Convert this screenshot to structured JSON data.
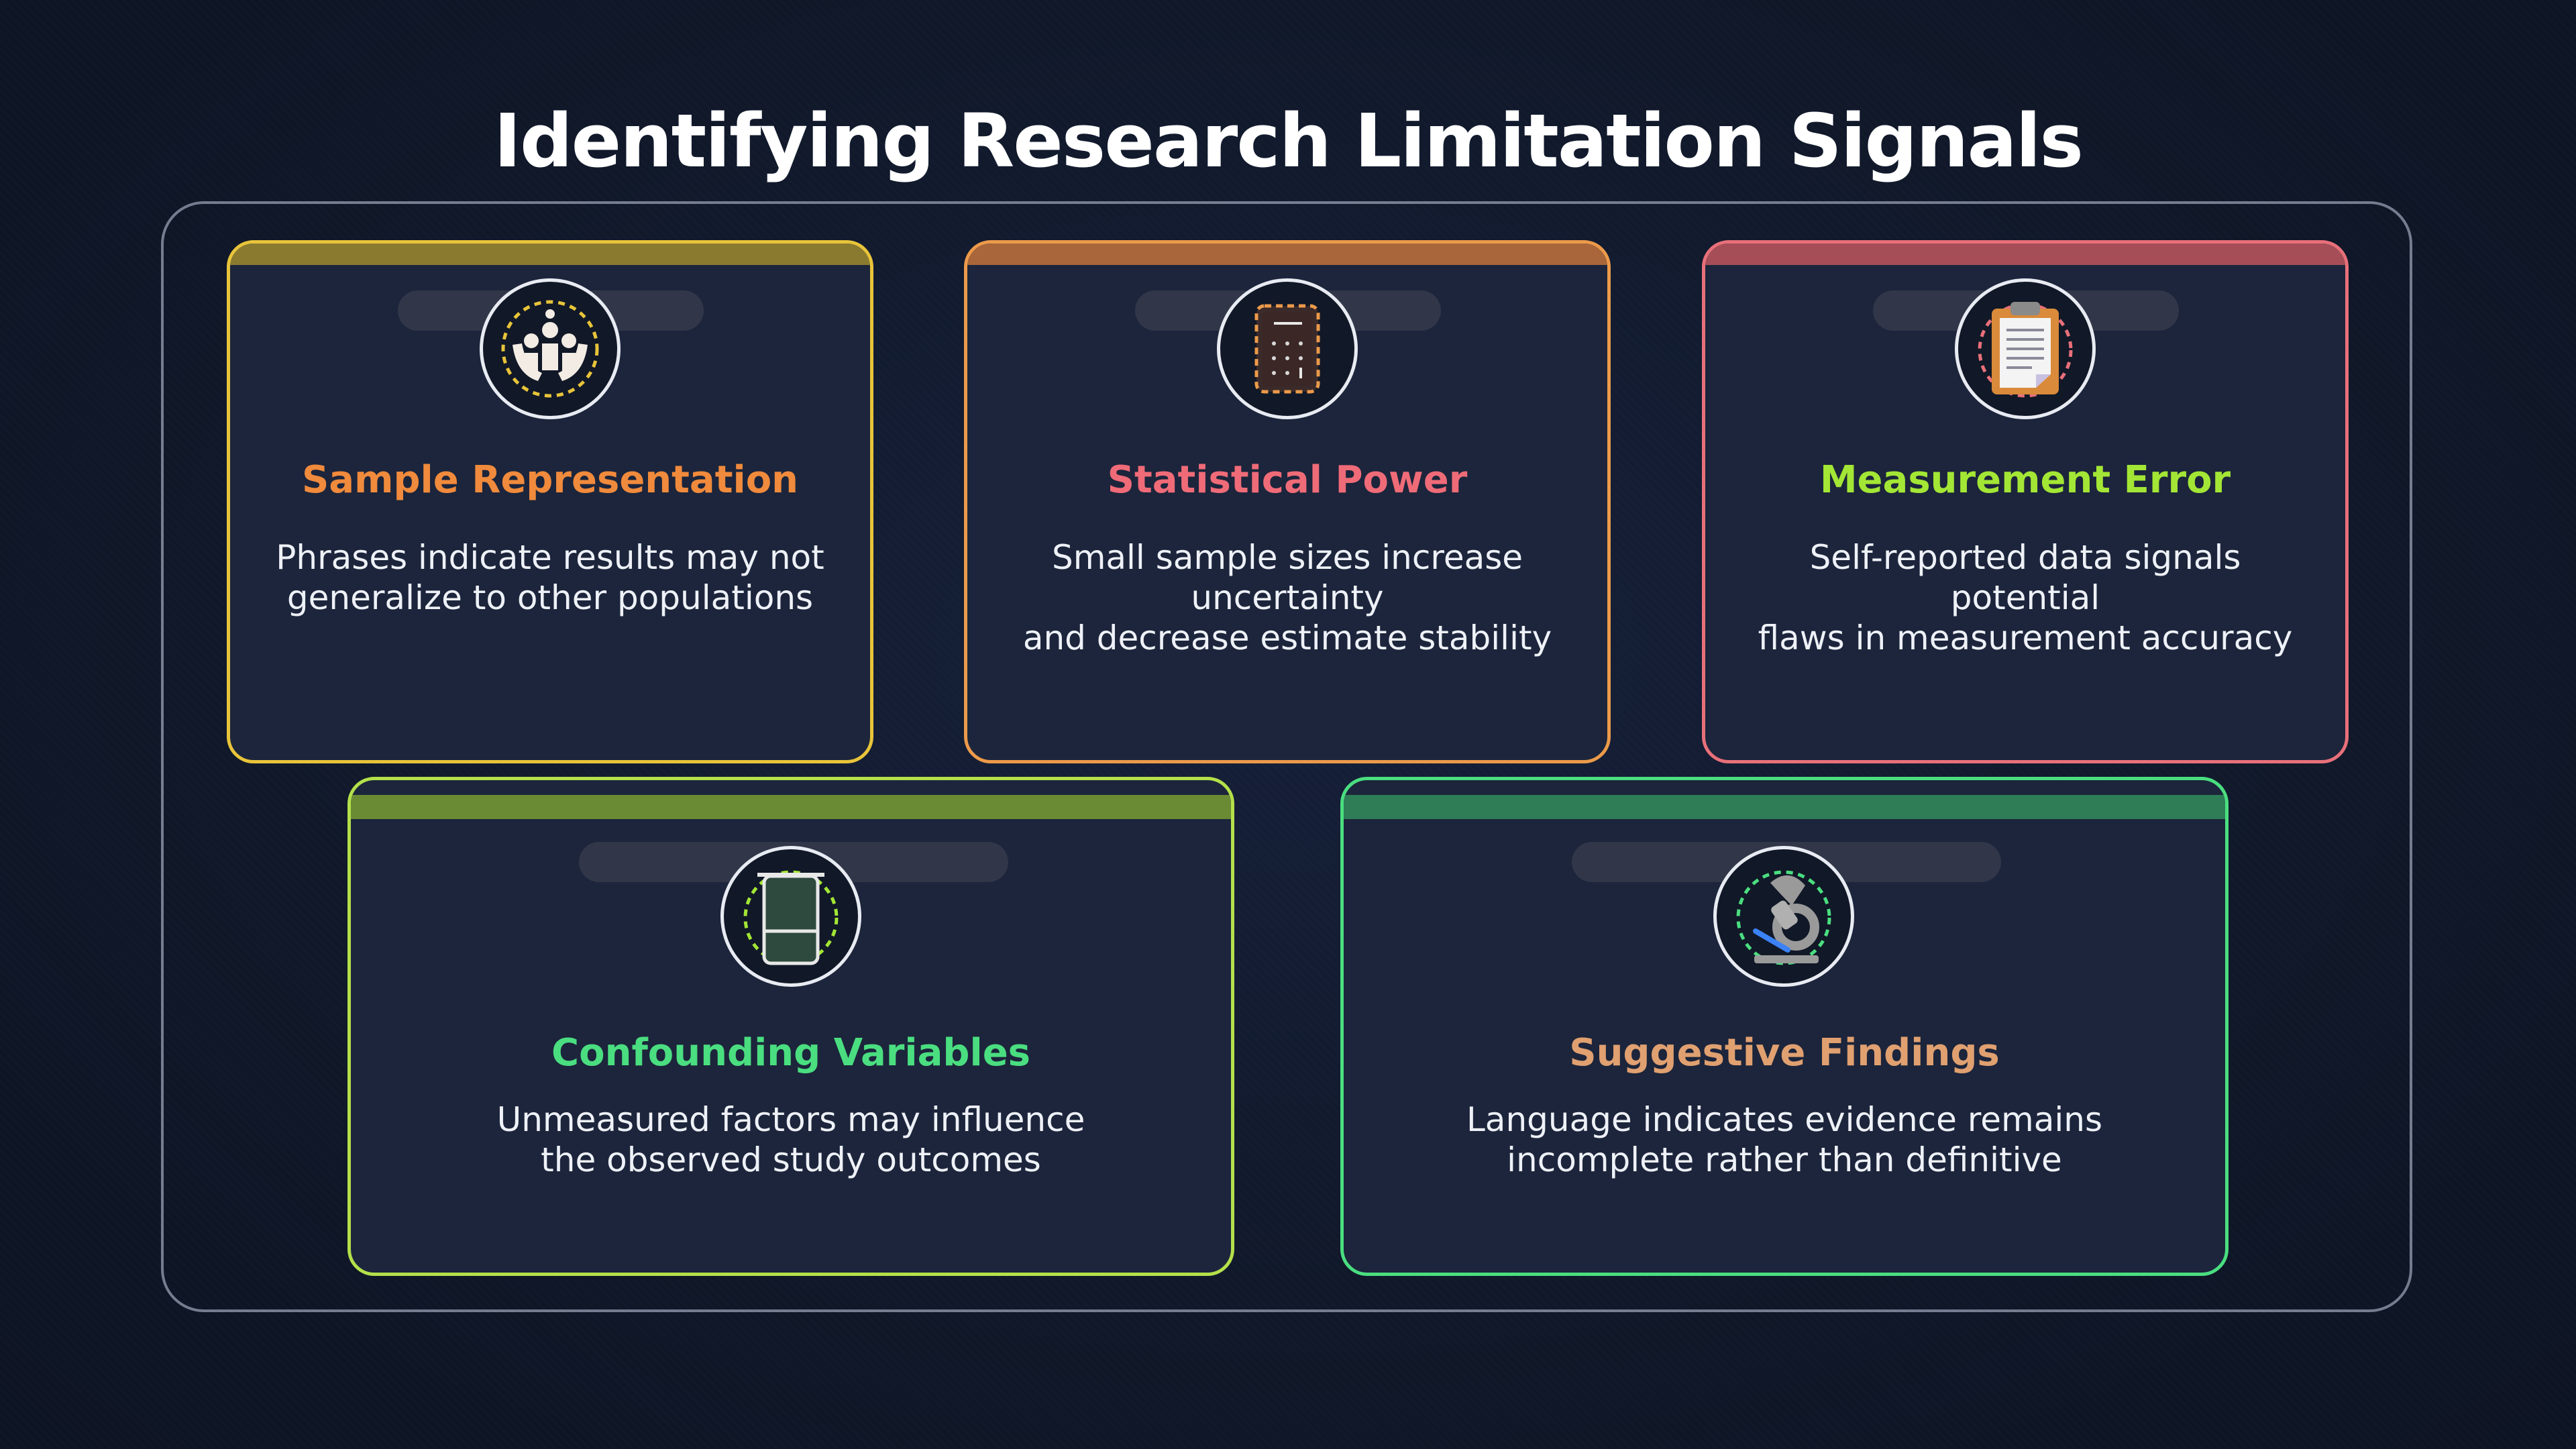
{
  "title": "Identifying Research Limitation Signals",
  "cards": [
    {
      "heading": "Sample Representation",
      "description": "Phrases indicate results may not\ngeneralize to other populations",
      "icon": "people-group-icon",
      "accent_color": "#e8c43a"
    },
    {
      "heading": "Statistical Power",
      "description": "Small sample sizes increase uncertainty\nand decrease estimate stability",
      "icon": "calculator-icon",
      "accent_color": "#ec9a4a"
    },
    {
      "heading": "Measurement Error",
      "description": "Self-reported data signals potential\nflaws in measurement accuracy",
      "icon": "clipboard-icon",
      "accent_color": "#e8707a"
    },
    {
      "heading": "Confounding Variables",
      "description": "Unmeasured factors may influence\nthe observed study outcomes",
      "icon": "beaker-icon",
      "accent_color": "#b4e04a"
    },
    {
      "heading": "Suggestive Findings",
      "description": "Language indicates evidence remains\nincomplete rather than definitive",
      "icon": "microscope-icon",
      "accent_color": "#4ade80"
    }
  ]
}
